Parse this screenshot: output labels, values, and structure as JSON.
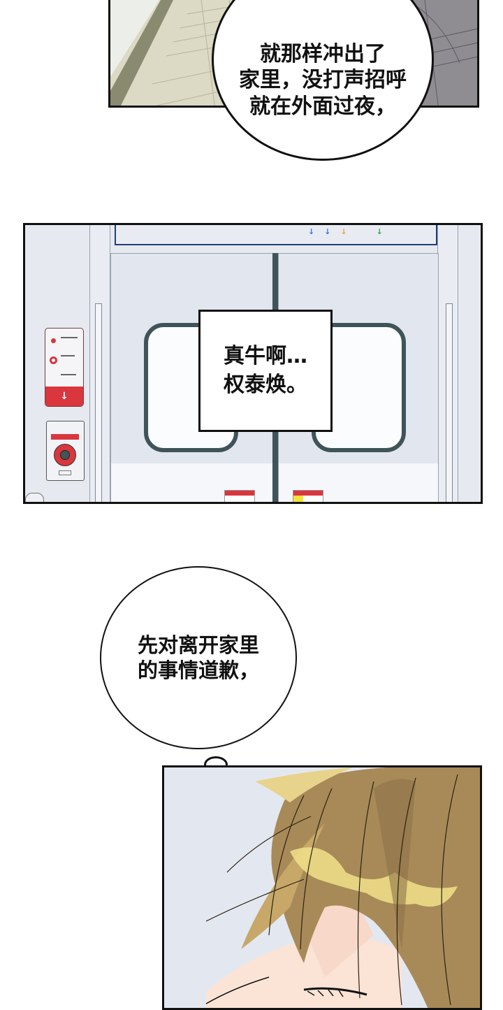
{
  "panels": {
    "top": {
      "bubble_text": "就那样冲出了\n家里，没打声招呼\n就在外面过夜，",
      "colors": {
        "left_bg": "#d9d6c2",
        "diagonal_bar": "#8a8a70",
        "right_bg": "#8f8c92"
      }
    },
    "train_door": {
      "caption_text": "真牛啊…\n权泰焕。",
      "colors": {
        "bg": "#e6e9f0",
        "window_frame": "#3f5459",
        "top_bar_border": "#1f3f7a",
        "sign_red": "#d9363e"
      },
      "indicator_arrows": [
        {
          "glyph": "↓",
          "color": "#2a7de1"
        },
        {
          "glyph": "↓",
          "color": "#2a7de1"
        },
        {
          "glyph": "↓",
          "color": "#e8a53a"
        },
        {
          "glyph": "↓",
          "color": "#3aa84a"
        }
      ],
      "emergency_sign": {
        "arrow_glyph": "↓"
      }
    },
    "middle": {
      "bubble_text": "先对离开家里\n的事情道歉，"
    },
    "bottom": {
      "description": "closeup of sleeping character with light brown hair",
      "colors": {
        "bg": "#e3e8f0",
        "hair": "#a88a58",
        "hair_highlight": "#f2e08a",
        "skin": "#fbe3d6"
      }
    }
  }
}
